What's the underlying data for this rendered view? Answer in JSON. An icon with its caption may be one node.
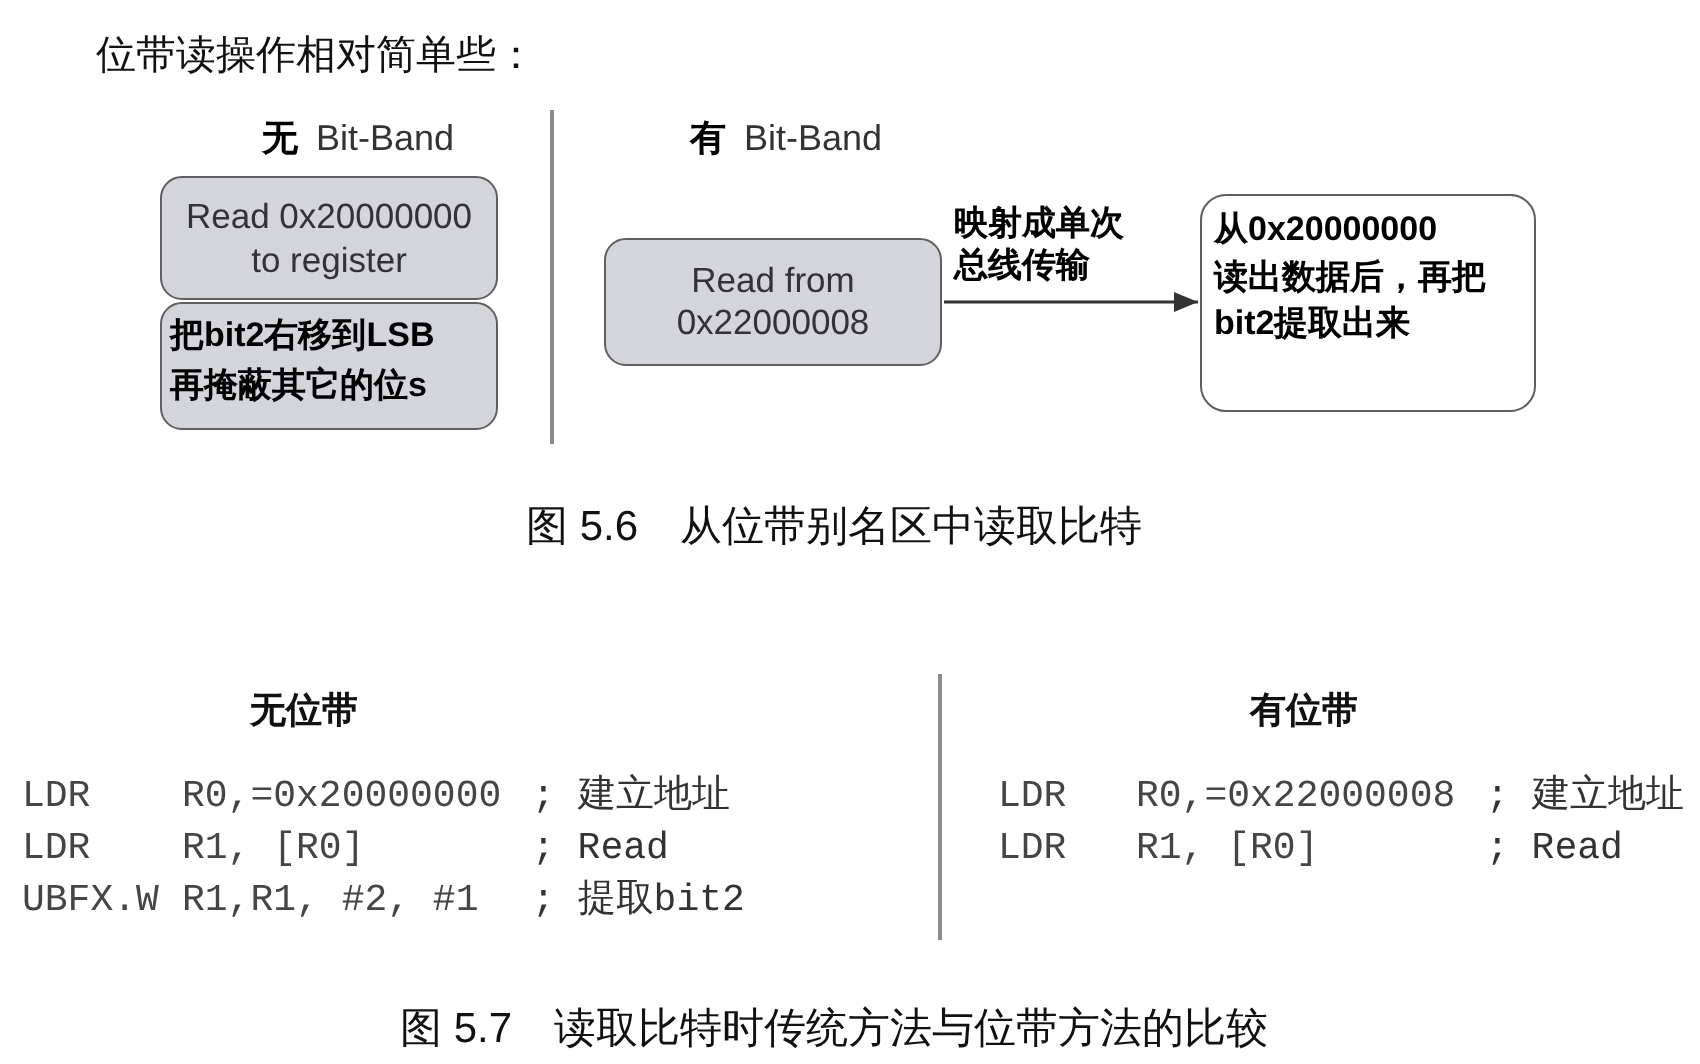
{
  "diagram": {
    "title": "位带读操作相对简单些：",
    "nodes": [
      {
        "text": [
          "Read 0x20000000 to register"
        ]
      },
      {
        "text": [
          "把bit2右移到LSB再掩蔽其它的位s"
        ]
      },
      {
        "text": [
          "Read from 0x22000008"
        ]
      },
      {
        "text": [
          "从0x20000000读出数据后，再把bit2提取出来"
        ]
      }
    ],
    "edges": [
      {
        "from": 2,
        "to": 3,
        "arrow": "to",
        "label": "映射成单次总线传输"
      }
    ],
    "labels": [
      "**无** Bit-Band",
      "**有** Bit-Band",
      "图 5.6　从位带别名区中读取比特",
      "无位带",
      "LDR",
      "R0,=0x20000000",
      "; 建立地址",
      "LDR",
      "R1, [R0]",
      "; Read",
      "UBFX.W",
      "R1,R1, #2, #1",
      "; 提取bit2",
      "有位带",
      "LDR",
      "R0,=0x22000008",
      "; 建立地址",
      "LDR",
      "R1, [R0]",
      "; Read",
      "图 5.7　读取比特时传统方法与位带方法的比较"
    ]
  }
}
